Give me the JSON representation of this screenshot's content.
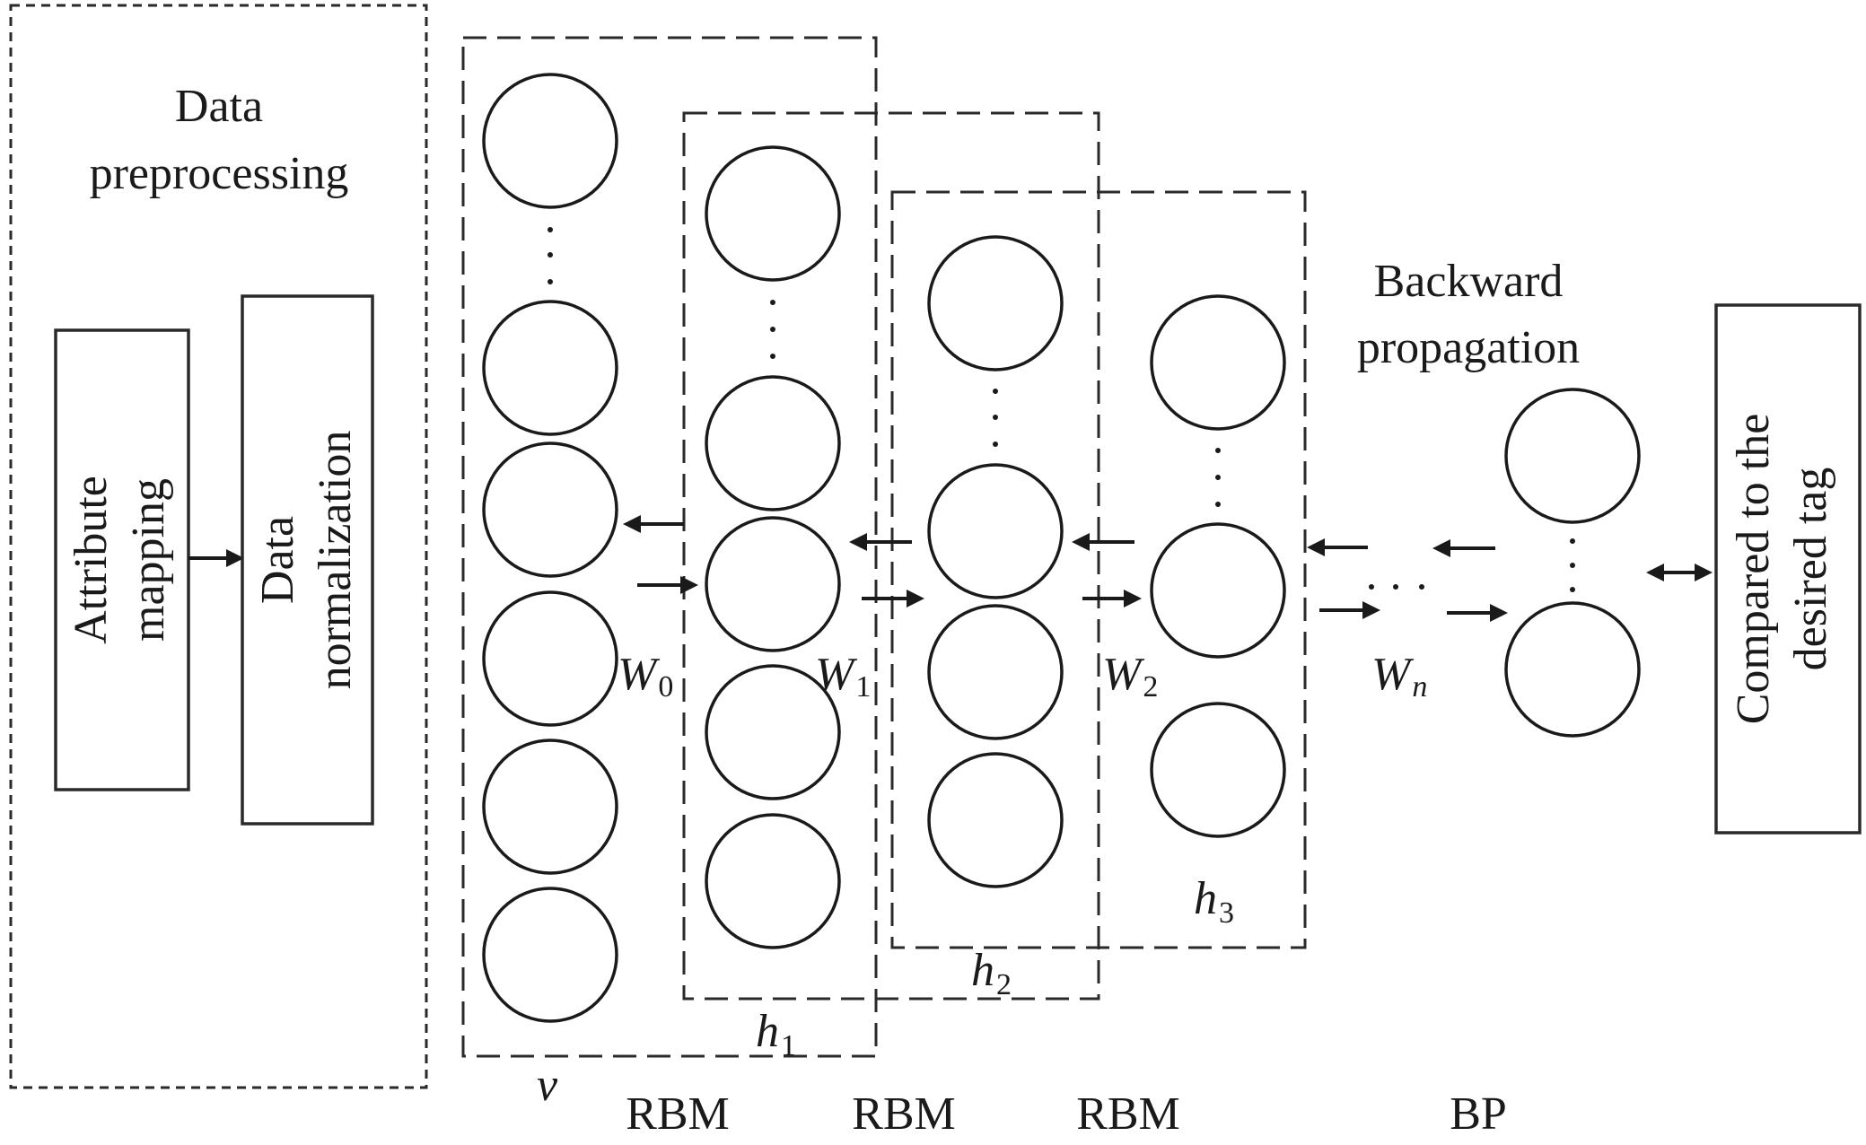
{
  "preprocessing": {
    "title_line1": "Data",
    "title_line2": "preprocessing",
    "attribute_mapping_line1": "Attribute",
    "attribute_mapping_line2": "mapping",
    "data_normalization_line1": "Data",
    "data_normalization_line2": "normalization"
  },
  "layers": {
    "v": "v",
    "h1_base": "h",
    "h1_sub": "1",
    "h2_base": "h",
    "h2_sub": "2",
    "h3_base": "h",
    "h3_sub": "3"
  },
  "weights": {
    "w0_base": "W",
    "w0_sub": "0",
    "w1_base": "W",
    "w1_sub": "1",
    "w2_base": "W",
    "w2_sub": "2",
    "wn_base": "W",
    "wn_sub": "n"
  },
  "backward_propagation_line1": "Backward",
  "backward_propagation_line2": "propagation",
  "output_box_line1": "Compared to the",
  "output_box_line2": "desired tag",
  "bottom_labels": {
    "rbm_1": "RBM",
    "rbm_2": "RBM",
    "rbm_3": "RBM",
    "bp": "BP"
  },
  "colors": {
    "stroke": "#1a1a1a",
    "background": "#ffffff"
  }
}
